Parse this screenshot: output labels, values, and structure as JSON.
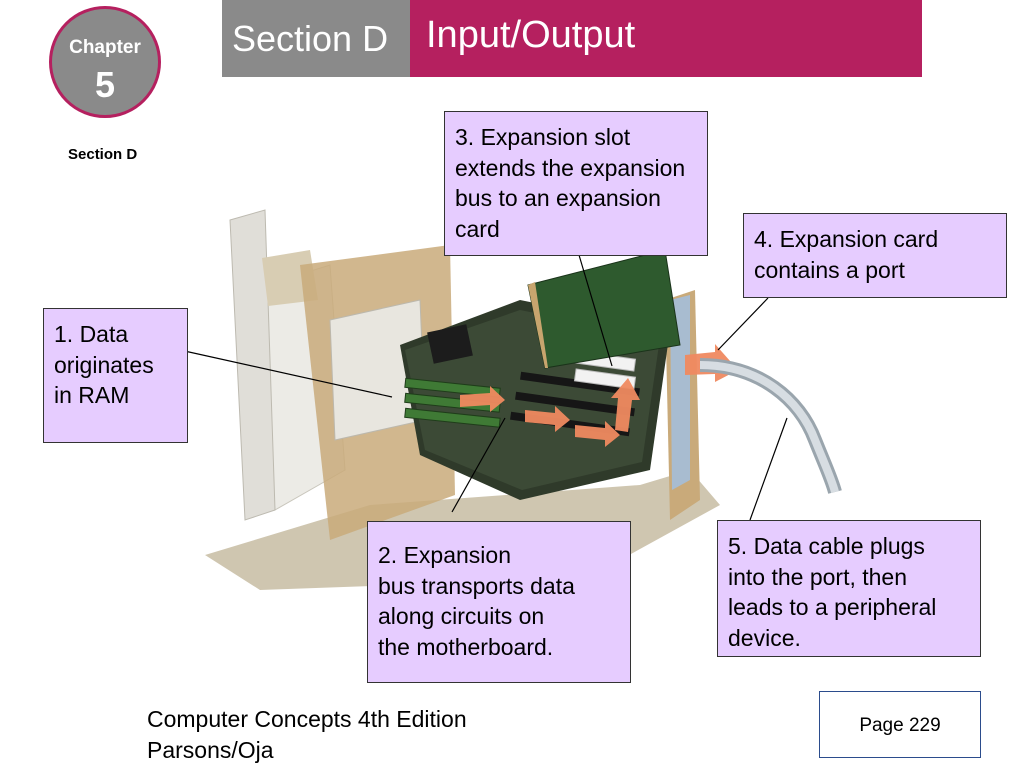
{
  "header": {
    "chapter_label": "Chapter",
    "chapter_number": "5",
    "section_tab": "Section D",
    "title": "Input/Output",
    "section_label": "Section D"
  },
  "callouts": {
    "c1": [
      "1. Data",
      "originates",
      "in RAM"
    ],
    "c2": [
      "2. Expansion",
      "bus transports data",
      "along circuits on",
      "the motherboard."
    ],
    "c3": [
      "3. Expansion slot",
      "extends the expansion",
      "bus to an expansion",
      "card"
    ],
    "c4": [
      "4. Expansion card",
      "contains a port"
    ],
    "c5": [
      "5. Data cable plugs",
      "into the port, then",
      "leads to a peripheral",
      "device."
    ]
  },
  "footer": {
    "line1": "Computer Concepts 4th Edition",
    "line2": "Parsons/Oja",
    "page": "Page 229"
  },
  "colors": {
    "accent": "#b5205f",
    "tab_gray": "#8a8a8a",
    "callout_fill": "#e6ccff",
    "page_border": "#2b4c8c"
  }
}
